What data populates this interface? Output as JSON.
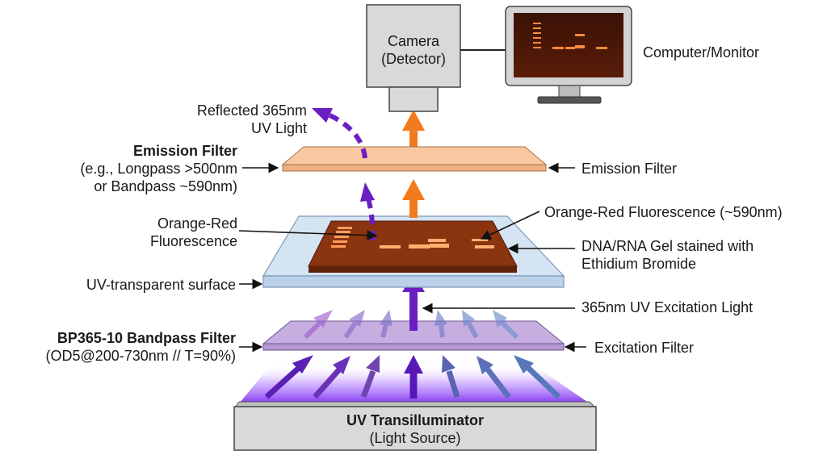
{
  "camera": {
    "line1": "Camera",
    "line2": "(Detector)"
  },
  "monitor": {
    "label": "Computer/Monitor"
  },
  "reflected": {
    "line1": "Reflected 365nm",
    "line2": "UV Light"
  },
  "emission_left": {
    "title": "Emission Filter",
    "line1": "(e.g., Longpass >500nm",
    "line2": "or Bandpass ~590nm)"
  },
  "emission_right": {
    "label": "Emission Filter"
  },
  "fluorescence_left": {
    "line1": "Orange-Red",
    "line2": "Fluorescence"
  },
  "fluorescence_right": {
    "label": "Orange-Red Fluorescence (~590nm)"
  },
  "gel": {
    "line1": "DNA/RNA Gel stained with",
    "line2": "Ethidium Bromide"
  },
  "surface": {
    "label": "UV-transparent surface"
  },
  "excitation_light": {
    "label": "365nm UV Excitation Light"
  },
  "bandpass": {
    "title": "BP365-10 Bandpass Filter",
    "spec": "(OD5@200-730nm // T=90%)"
  },
  "excitation_filter": {
    "label": "Excitation Filter"
  },
  "transilluminator": {
    "title": "UV Transilluminator",
    "subtitle": "(Light Source)"
  },
  "colors": {
    "uv_purple": "#6a1fc2",
    "orange": "#f47a1e",
    "emission_filter": "#f9c8a1",
    "excitation_filter": "#c7aee0",
    "gel": "#8b3410",
    "surface": "#d4e4f3",
    "device_gray": "#d9d9d9"
  }
}
